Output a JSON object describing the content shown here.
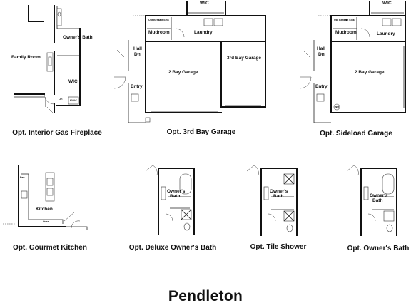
{
  "title": "Pendleton",
  "options": {
    "fireplace": {
      "caption": "Opt. Interior Gas Fireplace",
      "rooms": {
        "family_room": "Family Room",
        "owners_bath": "Owner's Bath",
        "wic": "WIC",
        "linen": "Lin",
        "hvac": "HVAC"
      }
    },
    "third_bay": {
      "caption": "Opt. 3rd Bay Garage",
      "rooms": {
        "wic": "WIC",
        "mudroom": "Mudroom",
        "laundry": "Laundry",
        "hall": "Hall",
        "dn": "Dn",
        "two_bay": "2 Bay Garage",
        "third_bay": "3rd Bay Garage",
        "entry": "Entry",
        "bench": "Opt Bench",
        "sink": "Opt Sink"
      }
    },
    "sideload": {
      "caption": "Opt. Sideload Garage",
      "rooms": {
        "wic": "WIC",
        "mudroom": "Mudroom",
        "laundry": "Laundry",
        "hall": "Hall",
        "dn": "Dn",
        "two_bay": "2 Bay Garage",
        "entry": "Entry",
        "bench": "Opt Bench",
        "sink": "Opt Sink",
        "wh": "WH"
      }
    },
    "gourmet": {
      "caption": "Opt. Gourmet Kitchen",
      "rooms": {
        "kitchen": "Kitchen",
        "pantry": "Pan",
        "oven": "Oven"
      }
    },
    "deluxe_bath": {
      "caption": "Opt. Deluxe Owner's Bath",
      "rooms": {
        "owners": "Owner's",
        "bath": "Bath"
      }
    },
    "tile_shower": {
      "caption": "Opt. Tile Shower",
      "rooms": {
        "owners": "Owner's",
        "bath": "Bath"
      }
    },
    "owners_bath": {
      "caption": "Opt. Owner's Bath",
      "rooms": {
        "owners": "Owner's",
        "bath": "Bath"
      }
    }
  }
}
